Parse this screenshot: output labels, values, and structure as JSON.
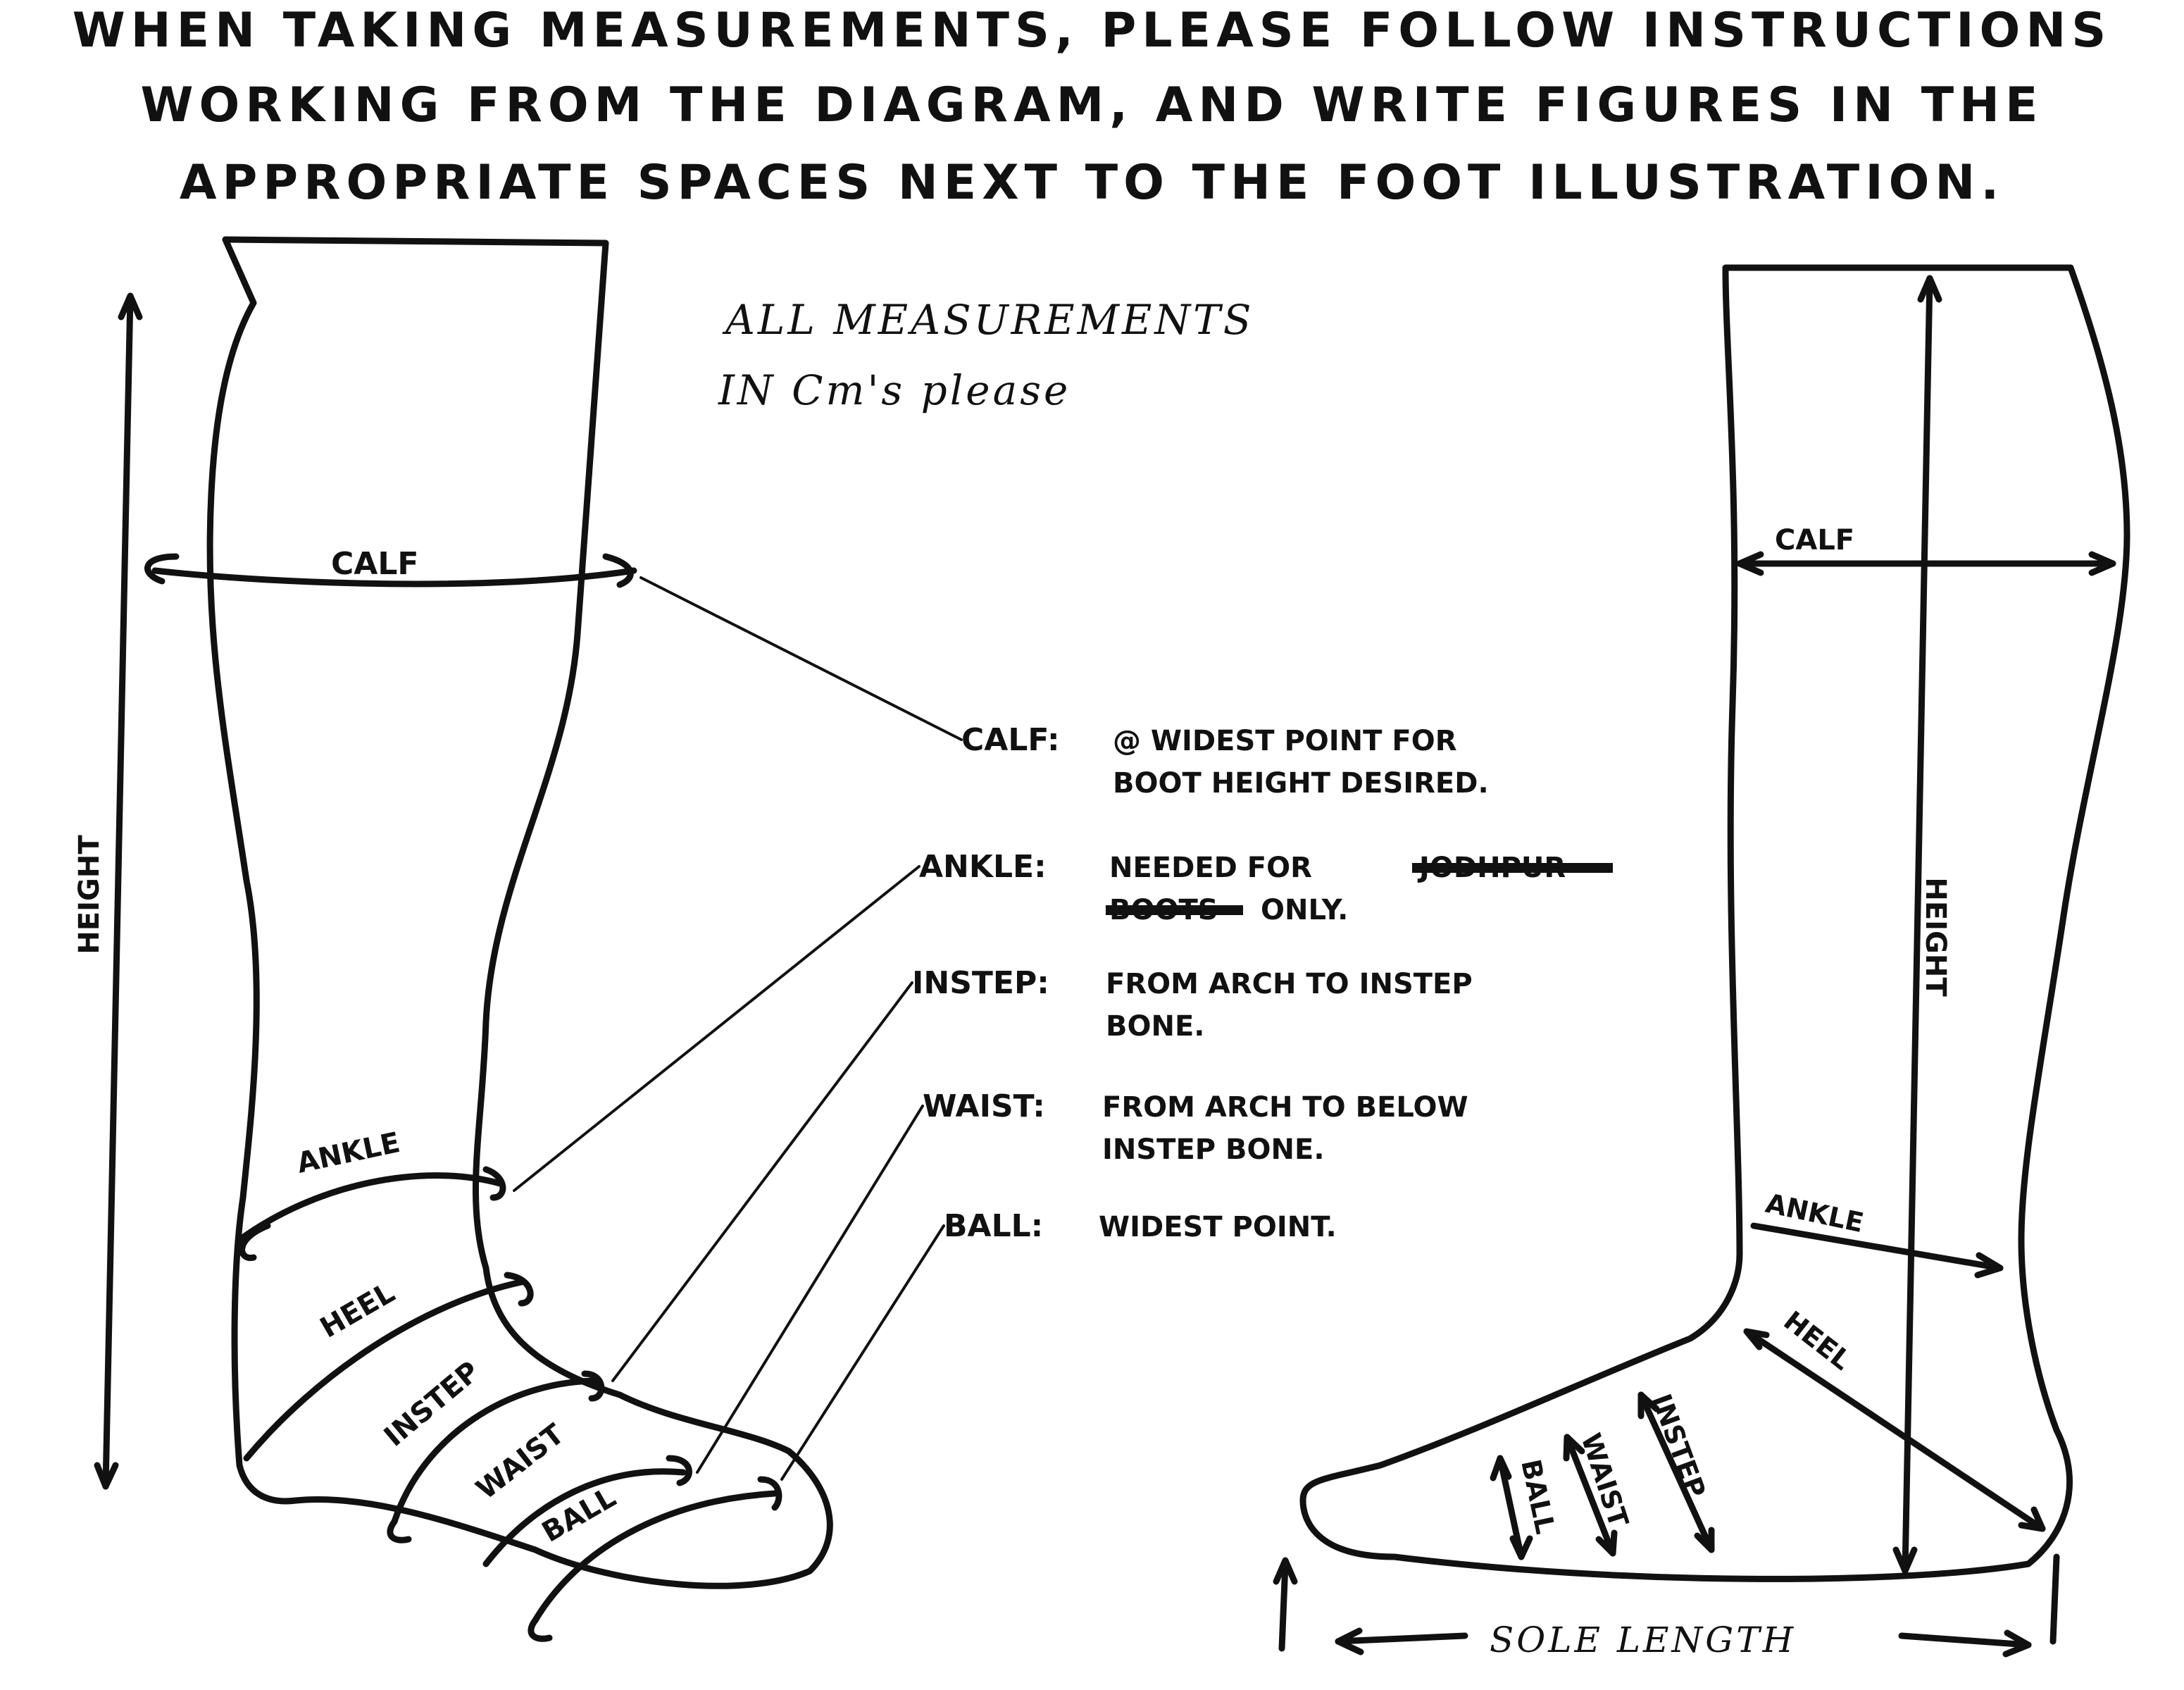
{
  "heading": {
    "line1": "WHEN TAKING MEASUREMENTS, PLEASE FOLLOW INSTRUCTIONS",
    "line2": "WORKING FROM THE DIAGRAM, AND WRITE FIGURES IN THE",
    "line3": "APPROPRIATE SPACES NEXT TO THE FOOT ILLUSTRATION."
  },
  "handwritten_note": {
    "line1": "ALL MEASUREMENTS",
    "line2": "IN Cm's please"
  },
  "left_leg_labels": {
    "calf": "CALF",
    "height": "HEIGHT",
    "ankle": "ANKLE",
    "heel": "HEEL",
    "instep": "INSTEP",
    "waist": "WAIST",
    "ball": "BALL"
  },
  "right_leg_labels": {
    "calf": "CALF",
    "height": "HEIGHT",
    "ankle": "ANKLE",
    "heel": "HEEL",
    "instep": "INSTEP",
    "waist": "WAIST",
    "ball": "BALL",
    "sole_length": "SOLE LENGTH"
  },
  "instructions": [
    {
      "term": "CALF:",
      "line1": "@ WIDEST POINT FOR",
      "line2": "BOOT HEIGHT DESIRED."
    },
    {
      "term": "ANKLE:",
      "line1": "NEEDED FOR",
      "struck1": "JODHPUR",
      "struck2": "BOOTS",
      "line2": "ONLY."
    },
    {
      "term": "INSTEP:",
      "line1": "FROM ARCH TO INSTEP",
      "line2": "BONE."
    },
    {
      "term": "WAIST:",
      "line1": "FROM ARCH TO BELOW",
      "line2": "INSTEP BONE."
    },
    {
      "term": "BALL:",
      "line1": "WIDEST POINT.",
      "line2": ""
    }
  ]
}
